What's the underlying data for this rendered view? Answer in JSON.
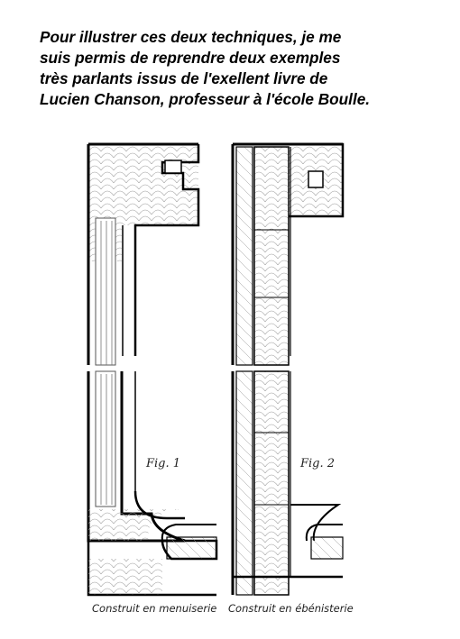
{
  "intro_lines": [
    "Pour illustrer ces deux techniques, je me",
    "suis permis de reprendre deux exemples",
    "très parlants issus de l'exellent livre de",
    "Lucien Chanson, professeur à l'école Boulle."
  ],
  "figures": [
    {
      "label": "Fig. 1",
      "caption": "Construit en menuiserie"
    },
    {
      "label": "Fig. 2",
      "caption": "Construit en ébénisterie"
    }
  ]
}
